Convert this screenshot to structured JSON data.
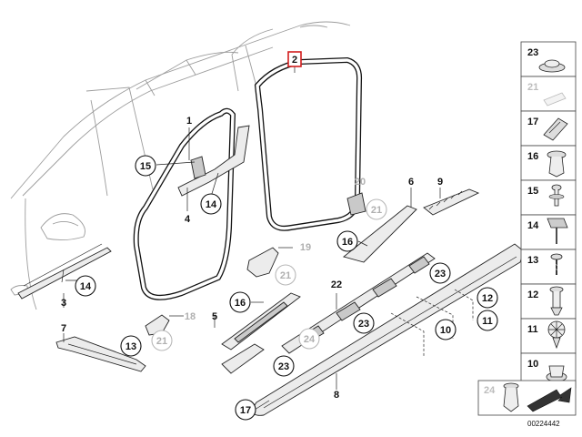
{
  "diagram": {
    "callouts": [
      {
        "label": "2",
        "boxed": true,
        "grey": false
      },
      {
        "label": "1",
        "grey": false
      },
      {
        "label": "15",
        "grey": false
      },
      {
        "label": "14",
        "grey": false
      },
      {
        "label": "4",
        "grey": false
      },
      {
        "label": "20",
        "grey": true
      },
      {
        "label": "21",
        "grey": true
      },
      {
        "label": "6",
        "grey": false
      },
      {
        "label": "9",
        "grey": false
      },
      {
        "label": "16",
        "grey": false
      },
      {
        "label": "19",
        "grey": true
      },
      {
        "label": "21",
        "grey": true
      },
      {
        "label": "14",
        "grey": false
      },
      {
        "label": "3",
        "grey": false
      },
      {
        "label": "22",
        "grey": false
      },
      {
        "label": "23",
        "grey": false
      },
      {
        "label": "16",
        "grey": false
      },
      {
        "label": "5",
        "grey": false
      },
      {
        "label": "18",
        "grey": true
      },
      {
        "label": "21",
        "grey": true
      },
      {
        "label": "7",
        "grey": false
      },
      {
        "label": "13",
        "grey": false
      },
      {
        "label": "23",
        "grey": false
      },
      {
        "label": "24",
        "grey": true
      },
      {
        "label": "12",
        "grey": false
      },
      {
        "label": "11",
        "grey": false
      },
      {
        "label": "10",
        "grey": false
      },
      {
        "label": "23",
        "grey": false
      },
      {
        "label": "8",
        "grey": false
      },
      {
        "label": "17",
        "grey": false
      }
    ],
    "side_panel": [
      {
        "label": "23",
        "grey": false,
        "icon": "grommet-icon"
      },
      {
        "label": "21",
        "grey": true,
        "icon": "clip-nut-icon"
      },
      {
        "label": "17",
        "grey": false,
        "icon": "clip-icon"
      },
      {
        "label": "16",
        "grey": false,
        "icon": "expanding-rivet-icon"
      },
      {
        "label": "15",
        "grey": false,
        "icon": "screw-rivet-icon"
      },
      {
        "label": "14",
        "grey": false,
        "icon": "screw-nut-icon"
      },
      {
        "label": "13",
        "grey": false,
        "icon": "screw-icon"
      },
      {
        "label": "12",
        "grey": false,
        "icon": "plastic-rivet-icon"
      },
      {
        "label": "11",
        "grey": false,
        "icon": "spreader-clip-icon"
      },
      {
        "label": "10",
        "grey": false,
        "icon": "grommet-clip-icon"
      },
      {
        "label": "24",
        "grey": true,
        "icon": "push-clip-icon"
      }
    ],
    "doc_number": "00224442"
  }
}
